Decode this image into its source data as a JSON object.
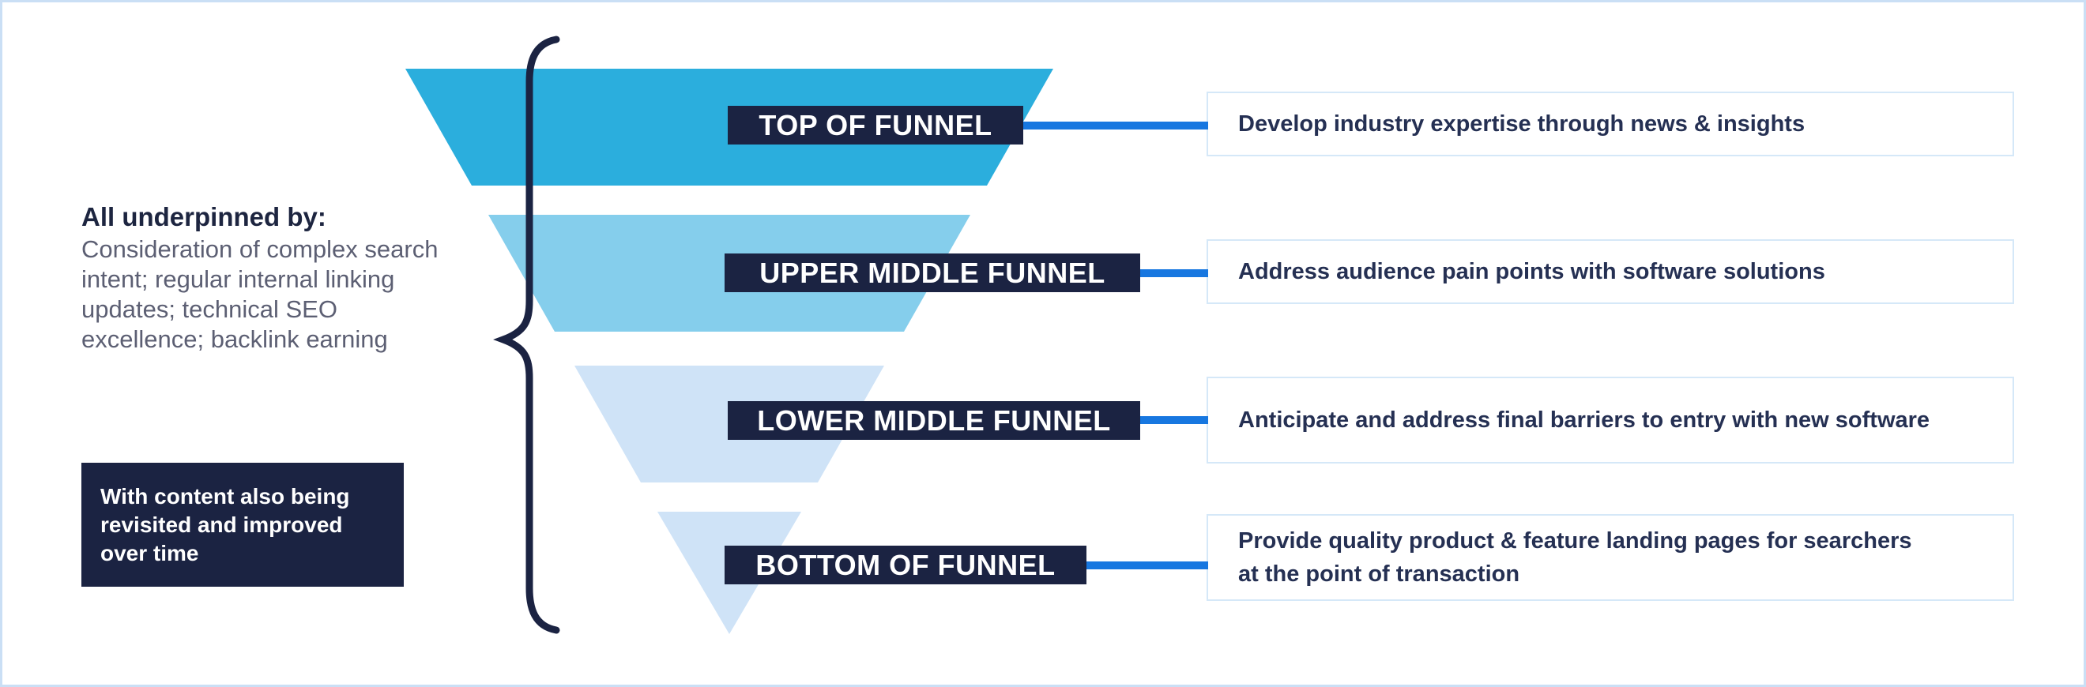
{
  "colors": {
    "background": "#ffffff",
    "outer_border": "#cadff5",
    "navy": "#1b2342",
    "connector_blue": "#1777e0",
    "info_box_border": "#d5e8f8",
    "info_box_text": "#253053",
    "side_note_heading": "#1d2540",
    "side_note_body": "#5c5f73",
    "stage_label_text": "#ffffff"
  },
  "funnel": {
    "stages": [
      {
        "label": "TOP OF FUNNEL",
        "description": "Develop industry expertise through news & insights",
        "color": "#2baedd"
      },
      {
        "label": "UPPER MIDDLE FUNNEL",
        "description": "Address audience pain points with software solutions",
        "color": "#85ceec"
      },
      {
        "label": "LOWER MIDDLE FUNNEL",
        "description": "Anticipate and address final barriers to entry with new software",
        "color": "#cfe3f7"
      },
      {
        "label": "BOTTOM OF FUNNEL",
        "description": "Provide quality product & feature landing pages for searchers at the point of transaction",
        "color": "#cfe3f7"
      }
    ]
  },
  "side_note": {
    "heading": "All underpinned by:",
    "body": "Consideration of complex search intent; regular internal linking updates; technical SEO excellence; backlink earning"
  },
  "callout": {
    "text": "With content also being revisited and improved over time"
  }
}
